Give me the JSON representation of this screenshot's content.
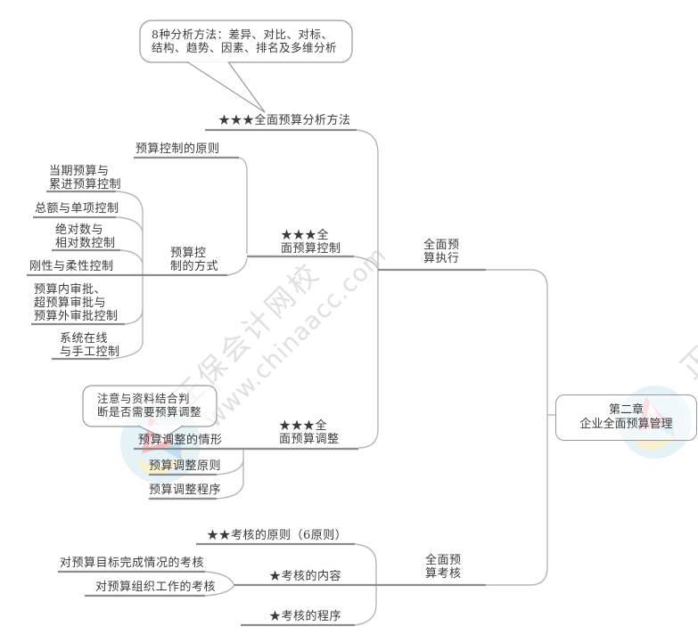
{
  "root": {
    "label": "第二章\n企业全面预算管理"
  },
  "branches": {
    "execution": {
      "label": "全面预\n算执行"
    },
    "assessment": {
      "label": "全面预\n算考核"
    }
  },
  "execution_children": {
    "analysis": {
      "label": "★★★全面预算分析方法"
    },
    "control": {
      "label": "★★★全\n面预算控制"
    },
    "adjustment": {
      "label": "★★★全\n面预算调整"
    }
  },
  "control_children": {
    "principle": {
      "label": "预算控制的原则"
    },
    "method": {
      "label": "预算控\n制的方式"
    }
  },
  "method_children": {
    "m1": {
      "label": "当期预算与\n累进预算控制"
    },
    "m2": {
      "label": "总额与单项控制"
    },
    "m3": {
      "label": "绝对数与\n相对数控制"
    },
    "m4": {
      "label": "刚性与柔性控制"
    },
    "m5": {
      "label": "预算内审批、\n超预算审批与\n预算外审批控制"
    },
    "m6": {
      "label": "系统在线\n与手工控制"
    }
  },
  "adjustment_children": {
    "a1": {
      "label": "预算调整的情形"
    },
    "a2": {
      "label": "预算调整原则"
    },
    "a3": {
      "label": "预算调整程序"
    }
  },
  "assessment_children": {
    "k1": {
      "label": "★★考核的原则（6原则）"
    },
    "k2": {
      "label": "★考核的内容"
    },
    "k3": {
      "label": "★考核的程序"
    }
  },
  "content_children": {
    "t1": {
      "label": "对预算目标完成情况的考核"
    },
    "t2": {
      "label": "对预算组织工作的考核"
    }
  },
  "callouts": {
    "analysis_note": {
      "text": "8种分析方法：差异、对比、对标、\n结构、趋势、因素、排名及多维分析"
    },
    "adjustment_note": {
      "text": "注意与资料结合判\n断是否需要预算调整"
    }
  },
  "watermark": {
    "brand": "正保会计网校",
    "site": "www.chinaacc.com"
  },
  "colors": {
    "line_dark": "#8c8c8c",
    "line_light": "#b6b6b6",
    "text": "#3a3a3a",
    "watermark_text": "#e0e0e0",
    "logo_blue": "#cfe7f3"
  }
}
